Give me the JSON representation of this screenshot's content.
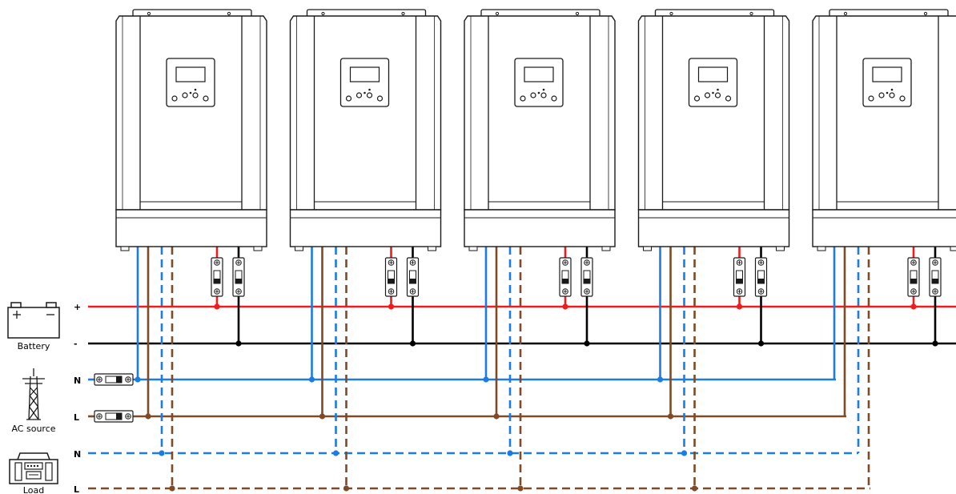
{
  "title": "",
  "inverter_count": 5,
  "labels": {
    "battery": "Battery",
    "ac_source": "AC source",
    "load": "Load"
  },
  "bus_labels": {
    "battery_pos": "+",
    "battery_neg": "-",
    "ac_n": "N",
    "ac_l": "L",
    "load_n": "N",
    "load_l": "L"
  },
  "icons": {
    "battery": "battery-icon",
    "ac_source": "transmission-tower-icon",
    "load": "radio-load-icon",
    "breaker": "breaker-icon",
    "inverter": "inverter-unit-icon"
  },
  "colors": {
    "positive": "#ee1c1c",
    "negative": "#000000",
    "neutral": "#1c7ce6",
    "line": "#7f4a25",
    "outline": "#1a1a1a"
  }
}
